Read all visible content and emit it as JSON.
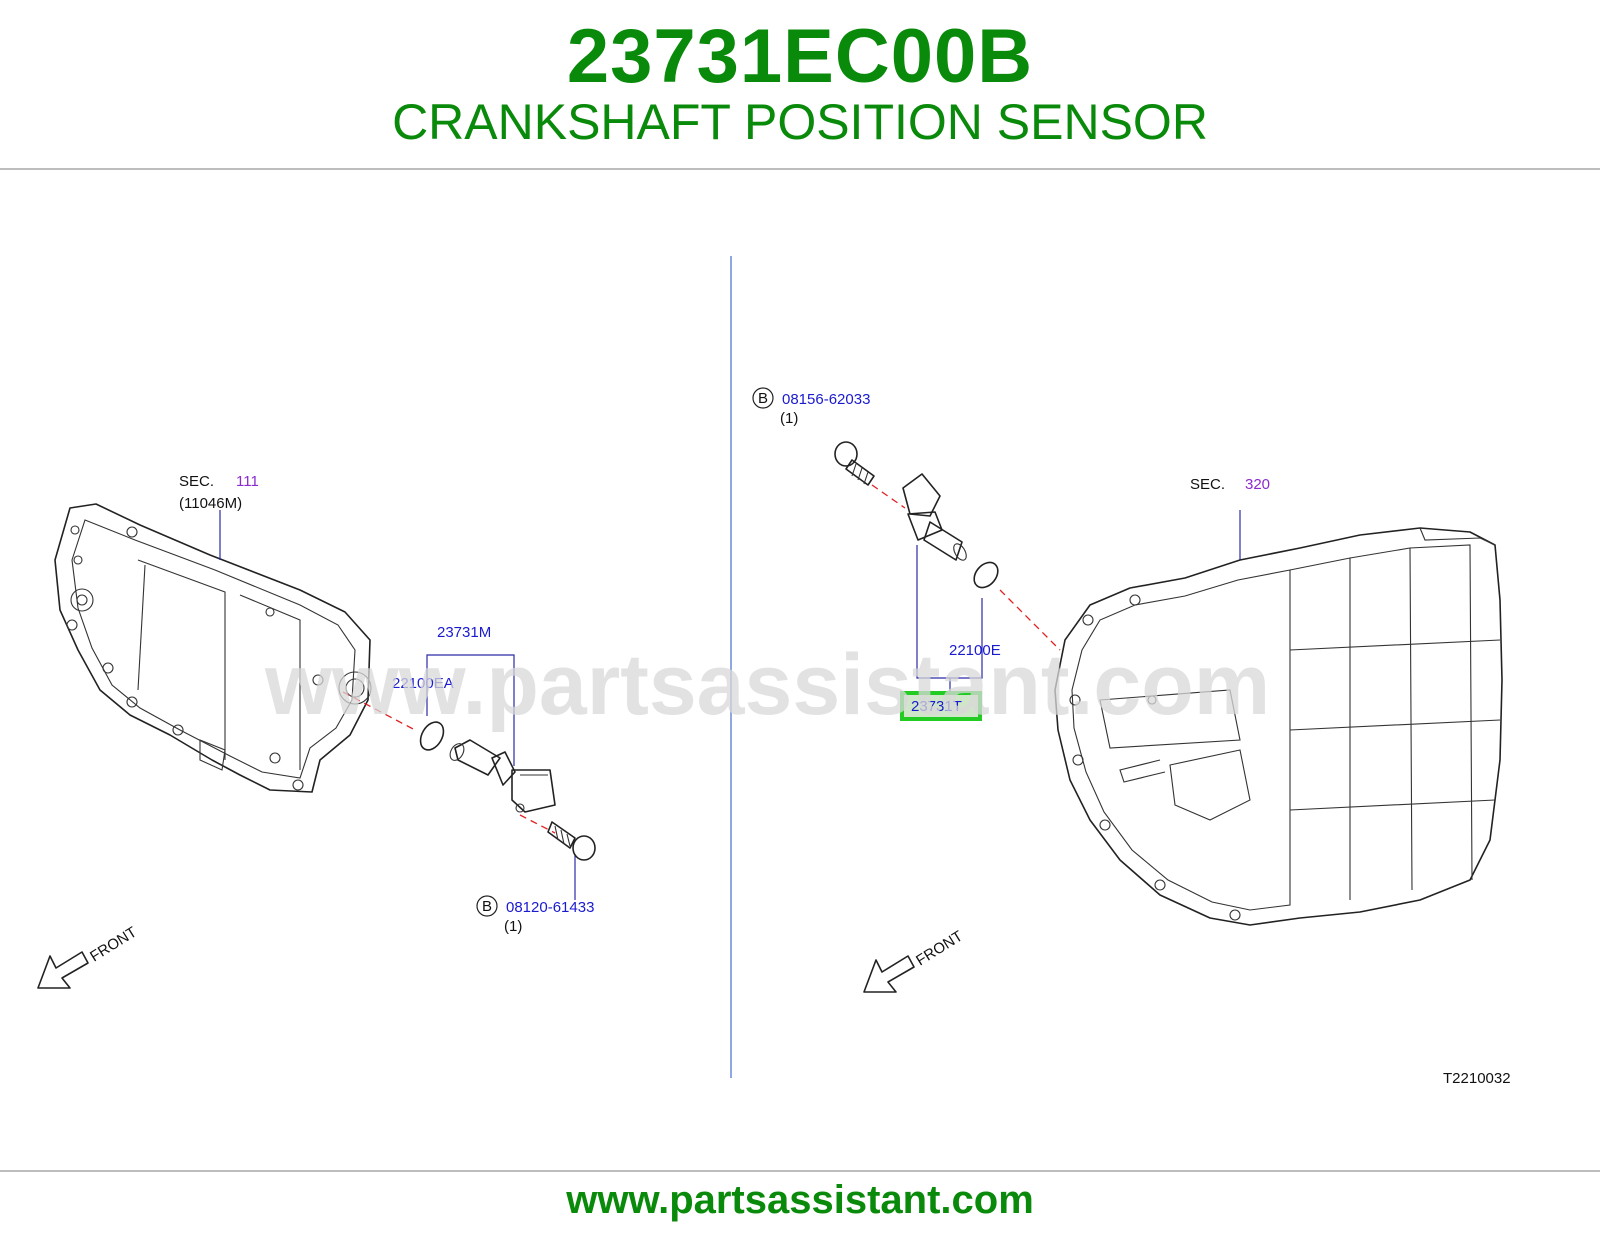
{
  "header": {
    "part_number": "23731EC00B",
    "part_name": "CRANKSHAFT POSITION SENSOR"
  },
  "footer": {
    "website": "www.partsassistant.com"
  },
  "watermark": "www.partsassistant.com",
  "colors": {
    "brand_green": "#0a8a0a",
    "callout_blue": "#1a1ad0",
    "section_purple": "#8a2bd0",
    "highlight": "#22cc22",
    "dash_red": "#e02020"
  },
  "left_view": {
    "section_label": "SEC.",
    "section_number": "111",
    "section_ref": "(11046M)",
    "callouts": {
      "sensor": "23731M",
      "oring": "22100EA",
      "bolt": "08120-61433",
      "bolt_marker": "B",
      "bolt_qty": "(1)"
    },
    "front_label": "FRONT"
  },
  "right_view": {
    "section_label": "SEC.",
    "section_number": "320",
    "callouts": {
      "bolt": "08156-62033",
      "bolt_marker": "B",
      "bolt_qty": "(1)",
      "oring": "22100E",
      "sensor": "23731T"
    },
    "front_label": "FRONT"
  },
  "diagram_code": "T2210032"
}
